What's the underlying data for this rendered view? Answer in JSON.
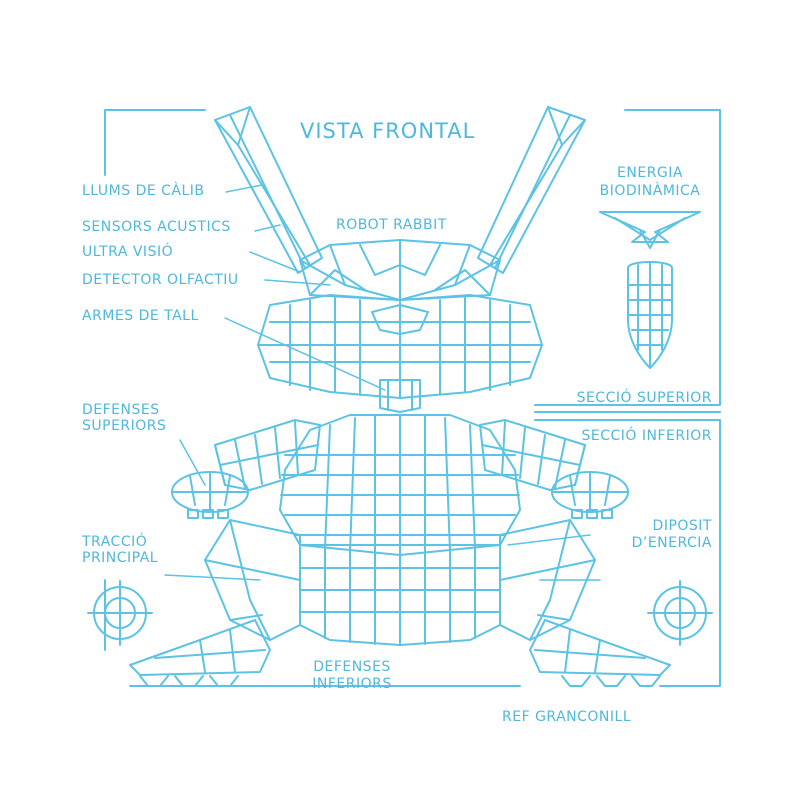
{
  "colors": {
    "line": "#5cc3e4",
    "text": "#4fb8dc",
    "background": "#ffffff"
  },
  "title": "VISTA FRONTAL",
  "subject": "ROBOT RABBIT",
  "reference": "REF GRANCONILL",
  "left_labels": {
    "llums": "LLUMS DE CÀLIB",
    "sensors": "SENSORS ACUSTICS",
    "ultra": "ULTRA VISIÓ",
    "detector": "DETECTOR OLFACTIU",
    "armes": "ARMES DE TALL",
    "defenses_sup_1": "DEFENSES",
    "defenses_sup_2": "SUPERIORS",
    "traccio_1": "TRACCIÓ",
    "traccio_2": "PRINCIPAL"
  },
  "right_labels": {
    "energia_1": "ENERGIA",
    "energia_2": "BIODINÀMICA",
    "seccio_superior": "SECCIÓ SUPERIOR",
    "seccio_inferior": "SECCIÓ INFERIOR",
    "diposit_1": "DIPOSIT",
    "diposit_2": "D’ENERCIA"
  },
  "bottom_labels": {
    "defenses_inf_1": "DEFENSES",
    "defenses_inf_2": "INFERIORS"
  }
}
